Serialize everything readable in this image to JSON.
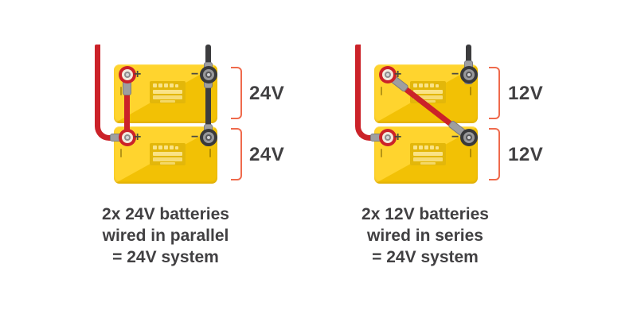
{
  "colors": {
    "background": "#ffffff",
    "battery-yellow": "#F2C105",
    "battery-sheen": "#FFD42E",
    "label-plate": "#E3B70A",
    "label-bar": "#FAE387",
    "wire-red": "#CB2229",
    "wire-black": "#3C3C3E",
    "lug-gray": "#9E9EA0",
    "terminal-red": "#CB2229",
    "terminal-dark": "#39393B",
    "bracket-orange": "#EF6A4C",
    "text-dark": "#414042"
  },
  "diagrams": [
    {
      "id": "parallel",
      "voltage_labels": {
        "top": "24V",
        "bottom": "24V"
      },
      "caption": [
        "2x 24V batteries",
        "wired in parallel",
        "= 24V system"
      ],
      "positive_sign": "+",
      "negative_sign": "−"
    },
    {
      "id": "series",
      "voltage_labels": {
        "top": "12V",
        "bottom": "12V"
      },
      "caption": [
        "2x 12V batteries",
        "wired in series",
        "= 24V system"
      ],
      "positive_sign": "+",
      "negative_sign": "−"
    }
  ]
}
